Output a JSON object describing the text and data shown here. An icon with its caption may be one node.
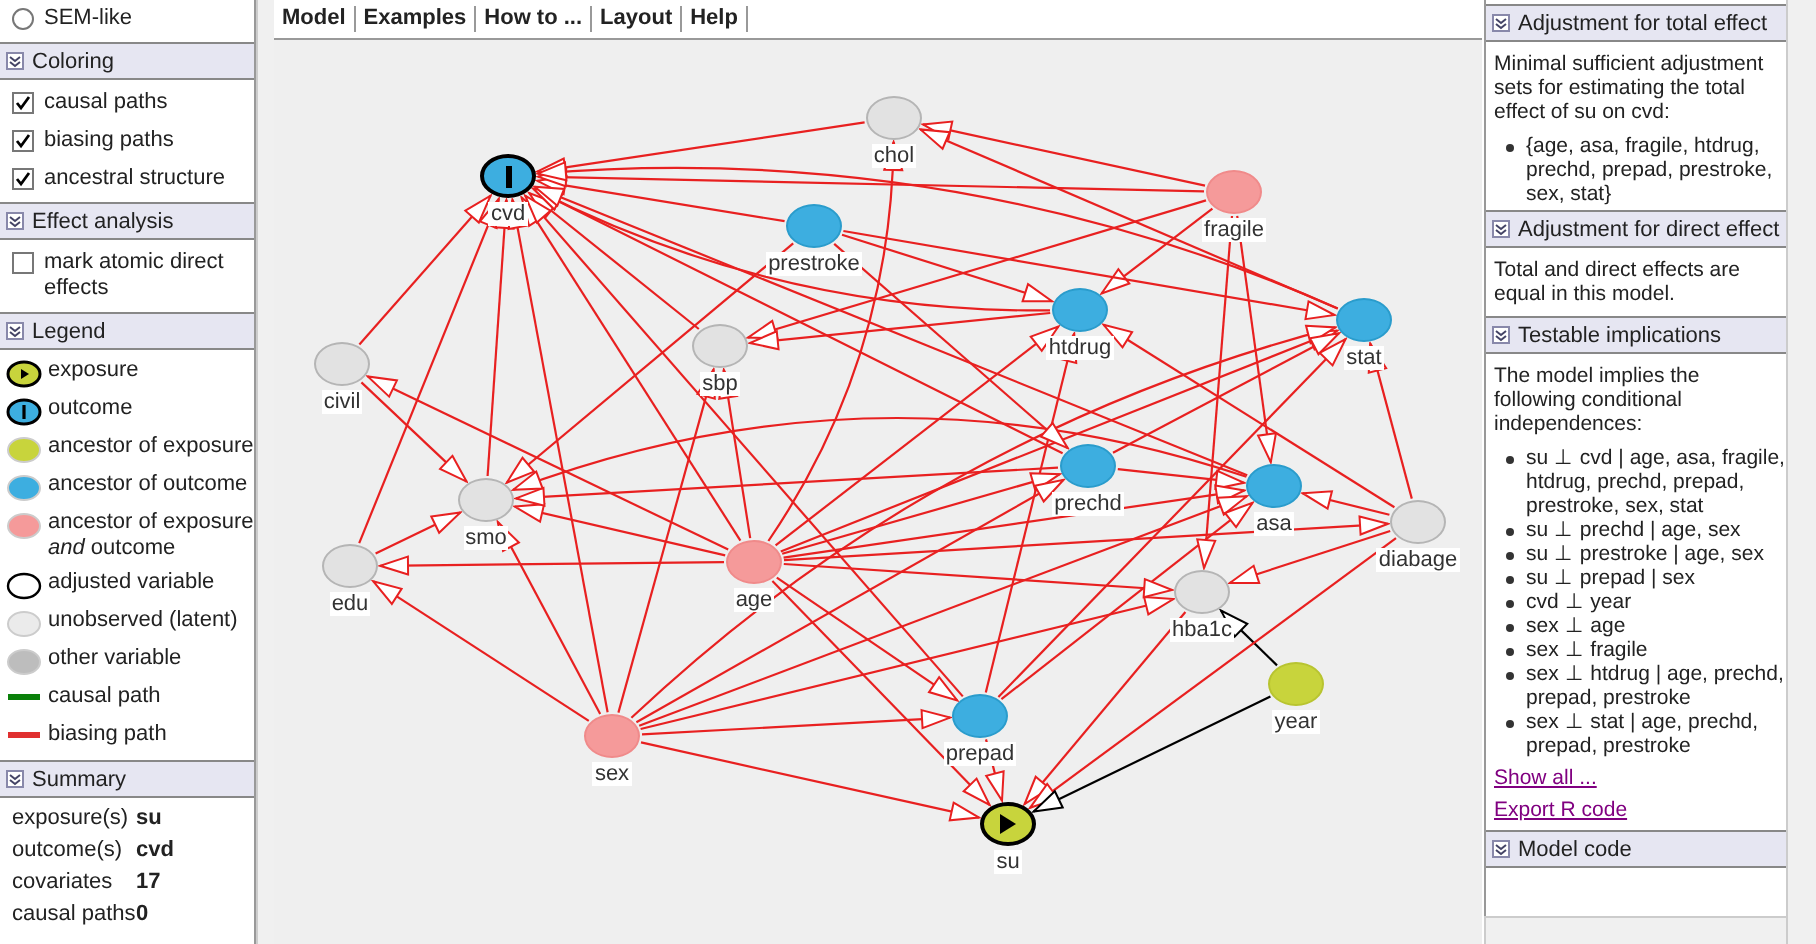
{
  "diagram": {
    "nodes": [
      {
        "text": [
          "chol"
        ]
      },
      {
        "text": [
          "cvd"
        ]
      },
      {
        "text": [
          "fragile"
        ]
      },
      {
        "text": [
          "prestroke"
        ]
      },
      {
        "text": [
          "htdrug"
        ]
      },
      {
        "text": [
          "stat"
        ]
      },
      {
        "text": [
          "sbp"
        ]
      },
      {
        "text": [
          "civil"
        ]
      },
      {
        "text": [
          "prechd"
        ]
      },
      {
        "text": [
          "asa"
        ]
      },
      {
        "text": [
          "smo"
        ]
      },
      {
        "text": [
          "diabage"
        ]
      },
      {
        "text": [
          "age"
        ]
      },
      {
        "text": [
          "edu"
        ]
      },
      {
        "text": [
          "hba1c"
        ]
      },
      {
        "text": [
          "year"
        ]
      },
      {
        "text": [
          "prepad"
        ]
      },
      {
        "text": [
          "sex"
        ]
      },
      {
        "text": [
          "su"
        ]
      }
    ],
    "edges": [
      {
        "from": 7,
        "to": 1,
        "arrow": "to"
      },
      {
        "from": 13,
        "to": 1,
        "arrow": "to"
      },
      {
        "from": 10,
        "to": 1,
        "arrow": "to"
      },
      {
        "from": 6,
        "to": 1,
        "arrow": "to"
      },
      {
        "from": 12,
        "to": 1,
        "arrow": "to"
      },
      {
        "from": 17,
        "to": 1,
        "arrow": "to"
      },
      {
        "from": 3,
        "to": 1,
        "arrow": "to"
      },
      {
        "from": 0,
        "to": 1,
        "arrow": "to"
      },
      {
        "from": 2,
        "to": 1,
        "arrow": "to"
      },
      {
        "from": 4,
        "to": 1,
        "arrow": "to"
      },
      {
        "from": 5,
        "to": 1,
        "arrow": "to"
      },
      {
        "from": 8,
        "to": 1,
        "arrow": "to"
      },
      {
        "from": 9,
        "to": 1,
        "arrow": "to"
      },
      {
        "from": 16,
        "to": 1,
        "arrow": "to"
      },
      {
        "from": 2,
        "to": 0,
        "arrow": "to"
      },
      {
        "from": 5,
        "to": 0,
        "arrow": "to"
      },
      {
        "from": 12,
        "to": 0,
        "arrow": "to"
      },
      {
        "from": 2,
        "to": 4,
        "arrow": "to"
      },
      {
        "from": 3,
        "to": 4,
        "arrow": "to"
      },
      {
        "from": 12,
        "to": 4,
        "arrow": "to"
      },
      {
        "from": 16,
        "to": 4,
        "arrow": "to"
      },
      {
        "from": 11,
        "to": 4,
        "arrow": "to"
      },
      {
        "from": 3,
        "to": 5,
        "arrow": "to"
      },
      {
        "from": 12,
        "to": 5,
        "arrow": "to"
      },
      {
        "from": 17,
        "to": 5,
        "arrow": "to"
      },
      {
        "from": 8,
        "to": 5,
        "arrow": "to"
      },
      {
        "from": 16,
        "to": 5,
        "arrow": "to"
      },
      {
        "from": 11,
        "to": 5,
        "arrow": "to"
      },
      {
        "from": 2,
        "to": 6,
        "arrow": "to"
      },
      {
        "from": 4,
        "to": 6,
        "arrow": "to"
      },
      {
        "from": 12,
        "to": 6,
        "arrow": "to"
      },
      {
        "from": 17,
        "to": 6,
        "arrow": "to"
      },
      {
        "from": 7,
        "to": 10,
        "arrow": "to"
      },
      {
        "from": 13,
        "to": 10,
        "arrow": "to"
      },
      {
        "from": 17,
        "to": 10,
        "arrow": "to"
      },
      {
        "from": 12,
        "to": 10,
        "arrow": "to"
      },
      {
        "from": 8,
        "to": 10,
        "arrow": "to"
      },
      {
        "from": 9,
        "to": 10,
        "arrow": "to"
      },
      {
        "from": 3,
        "to": 10,
        "arrow": "to"
      },
      {
        "from": 12,
        "to": 7,
        "arrow": "to"
      },
      {
        "from": 12,
        "to": 13,
        "arrow": "to"
      },
      {
        "from": 17,
        "to": 13,
        "arrow": "to"
      },
      {
        "from": 12,
        "to": 8,
        "arrow": "to"
      },
      {
        "from": 17,
        "to": 8,
        "arrow": "to"
      },
      {
        "from": 3,
        "to": 8,
        "arrow": "to"
      },
      {
        "from": 8,
        "to": 9,
        "arrow": "to"
      },
      {
        "from": 2,
        "to": 9,
        "arrow": "to"
      },
      {
        "from": 11,
        "to": 9,
        "arrow": "to"
      },
      {
        "from": 12,
        "to": 9,
        "arrow": "to"
      },
      {
        "from": 17,
        "to": 9,
        "arrow": "to"
      },
      {
        "from": 16,
        "to": 9,
        "arrow": "to"
      },
      {
        "from": 12,
        "to": 11,
        "arrow": "to"
      },
      {
        "from": 12,
        "to": 14,
        "arrow": "to"
      },
      {
        "from": 17,
        "to": 14,
        "arrow": "to"
      },
      {
        "from": 11,
        "to": 14,
        "arrow": "to"
      },
      {
        "from": 2,
        "to": 14,
        "arrow": "to"
      },
      {
        "from": 15,
        "to": 14,
        "arrow": "to",
        "color": "#000000"
      },
      {
        "from": 17,
        "to": 16,
        "arrow": "to"
      },
      {
        "from": 12,
        "to": 16,
        "arrow": "to"
      },
      {
        "from": 12,
        "to": 18,
        "arrow": "to"
      },
      {
        "from": 17,
        "to": 18,
        "arrow": "to"
      },
      {
        "from": 14,
        "to": 18,
        "arrow": "to"
      },
      {
        "from": 11,
        "to": 18,
        "arrow": "to"
      },
      {
        "from": 16,
        "to": 18,
        "arrow": "to"
      },
      {
        "from": 15,
        "to": 18,
        "arrow": "to",
        "color": "#000000"
      }
    ],
    "labels": [
      "SEM-like",
      "Coloring",
      "causal paths",
      "biasing paths",
      "ancestral structure",
      "Effect analysis",
      "mark atomic direct effects",
      "Legend",
      "Summary",
      "exposure(s)",
      "su",
      "outcome(s)",
      "cvd",
      "covariates",
      "17",
      "causal paths",
      "0",
      "Model",
      "Examples",
      "How to ...",
      "Layout",
      "Help",
      "Adjustment for total effect",
      "Minimal sufficient adjustment sets for estimating the total effect of su on cvd:",
      "{age, asa, fragile, htdrug, prechd, prepad, prestroke, sex, stat}",
      "Adjustment for direct effect",
      "Total and direct effects are equal in this model.",
      "Testable implications",
      "The model implies the following conditional independences:",
      "su ⊥ cvd | age, asa, fragile, htdrug, prechd, prepad, prestroke, sex, stat",
      "su ⊥ prechd | age, sex",
      "su ⊥ prestroke | age, sex",
      "su ⊥ prepad | sex",
      "cvd ⊥ year",
      "sex ⊥ age",
      "sex ⊥ fragile",
      "sex ⊥ htdrug | age, prechd, prepad, prestroke",
      "sex ⊥ stat | age, prechd, prepad, prestroke",
      "Show all ...",
      "Export R code",
      "Model code"
    ],
    "legend": [
      {
        "text": "exposure"
      },
      {
        "text": "outcome"
      },
      {
        "text": "ancestor of exposure",
        "color": "#c8d43c"
      },
      {
        "text": "ancestor of outcome",
        "color": "#3daee0"
      },
      {
        "text": "ancestor of exposure *and* outcome",
        "color": "#f59a9a"
      },
      {
        "text": "adjusted variable"
      },
      {
        "text": "unobserved (latent)",
        "color": "#ebebeb"
      },
      {
        "text": "other variable",
        "color": "#bdbdbd"
      },
      {
        "text": "causal path"
      },
      {
        "text": "biasing path"
      }
    ]
  }
}
